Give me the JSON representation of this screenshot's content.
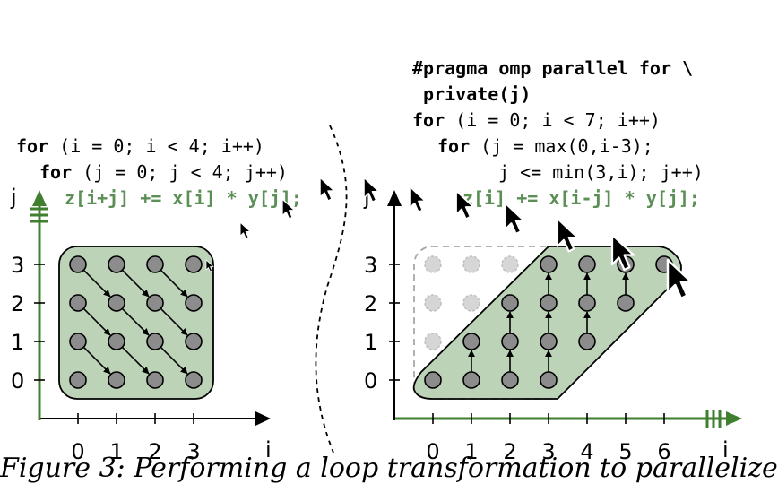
{
  "left_code": {
    "line1_kw": "for",
    "line1_rest": " (i = 0; i < 4; i++)",
    "line2_kw": "for",
    "line2_rest": " (j = 0; j < 4; j++)",
    "line3": "z[i+j] += x[i] * y[j];"
  },
  "right_code": {
    "line1": "#pragma omp parallel for \\",
    "line2": " private(j)",
    "line3_kw": "for",
    "line3_rest": " (i = 0; i < 7; i++)",
    "line4_kw": "for",
    "line4_rest": " (j = max(0,i-3);",
    "line5": "j <= min(3,i); j++)",
    "line6": "z[i] += x[i-j] * y[j];"
  },
  "left_plot": {
    "x_axis_label": "i",
    "y_axis_label": "j",
    "x_ticks": [
      "0",
      "1",
      "2",
      "3"
    ],
    "y_ticks": [
      "0",
      "1",
      "2",
      "3"
    ],
    "grid": {
      "i_max": 3,
      "j_max": 3
    },
    "arrow_direction": "diagonal (i+1, j-1)",
    "parallel_axis": "j"
  },
  "right_plot": {
    "x_axis_label": "i",
    "y_axis_label": "j",
    "x_ticks": [
      "0",
      "1",
      "2",
      "3",
      "4",
      "5",
      "6"
    ],
    "y_ticks": [
      "0",
      "1",
      "2",
      "3"
    ],
    "grid": {
      "i_max": 6,
      "j_max": 3
    },
    "arrow_direction": "vertical (j+1)",
    "parallel_axis": "i"
  },
  "caption": "Figure 3: Performing a loop transformation to parallelize",
  "colors": {
    "region_fill": "#bcd3b8",
    "region_stroke": "#000000",
    "point_fill": "#8c8c8c",
    "faded_point_fill": "#d6d6d6",
    "axis_green": "#3f7f2f",
    "code_green": "#5b8f55",
    "dashed_gray": "#a8a8a8"
  }
}
